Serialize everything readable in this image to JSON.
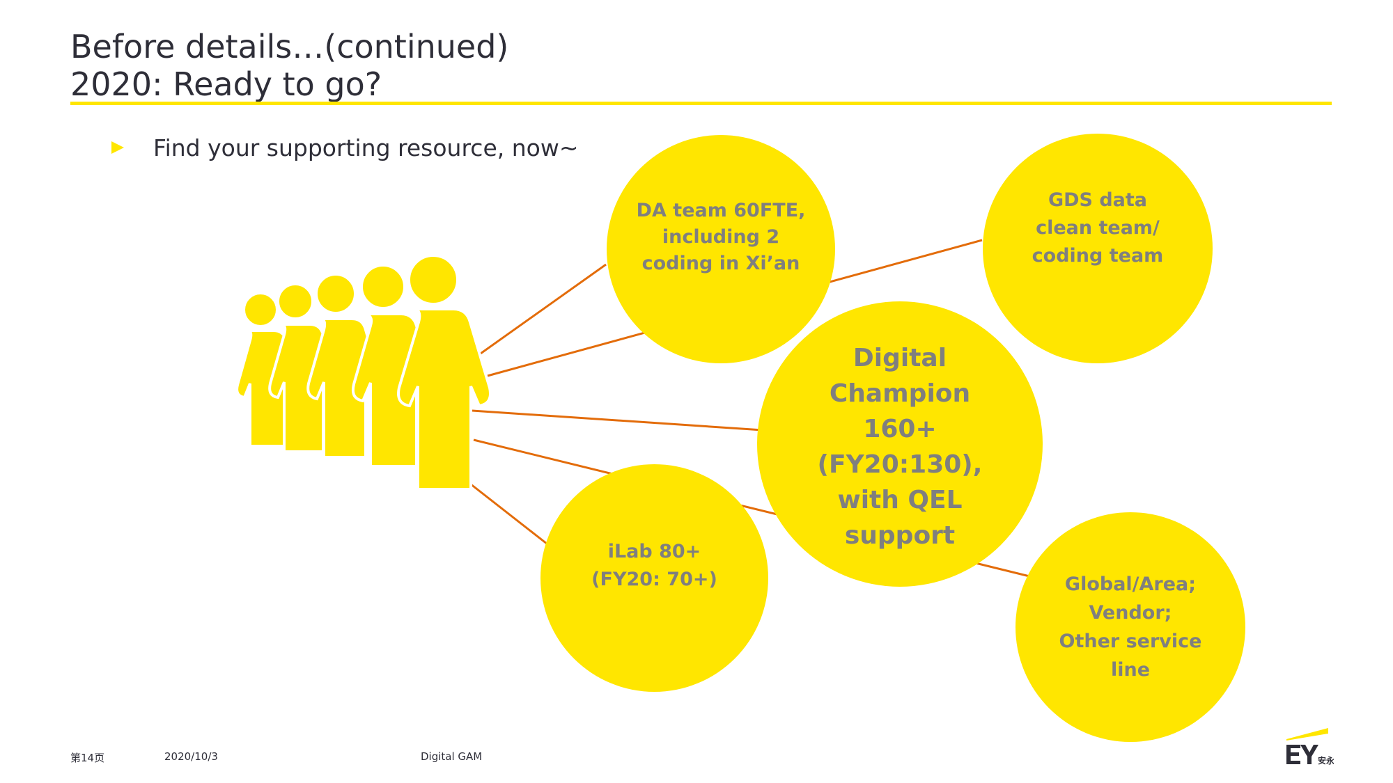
{
  "slide": {
    "title_line1": "Before details…(continued)",
    "title_line2": "2020: Ready to go?",
    "bullet": "Find your supporting resource, now~"
  },
  "bubbles": {
    "da_team": "DA team 60FTE,\nincluding 2\ncoding in Xi’an",
    "gds": "GDS data\nclean team/\ncoding team",
    "digital_champion": "Digital\nChampion\n160+\n(FY20:130),\nwith QEL\nsupport",
    "ilab": "iLab  80+\n(FY20: 70+)",
    "global": "Global/Area;\nVendor;\nOther service\nline"
  },
  "footer": {
    "page": "第14页",
    "date": "2020/10/3",
    "doc": "Digital GAM"
  },
  "logo": {
    "text": "EY安永"
  },
  "colors": {
    "accent_yellow": "#ffe600",
    "connector_orange": "#e36c0a",
    "bubble_text_gray": "#7f7f7f",
    "title_text": "#2e2e38"
  }
}
